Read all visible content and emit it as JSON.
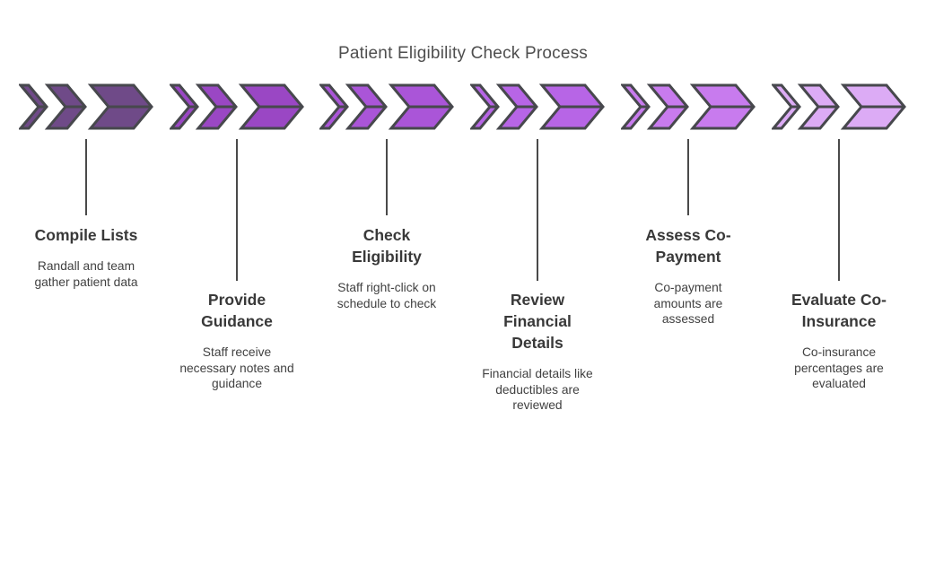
{
  "title": "Patient Eligibility Check Process",
  "colors": {
    "outline": "#47484d",
    "connector_line": "#4a4a4a",
    "title_text": "#4e4e4e",
    "step_title_text": "#393939",
    "step_description_text": "#414141",
    "background": "#ffffff"
  },
  "steps": [
    {
      "title": "Compile Lists",
      "description": "Randall and team\ngather patient data",
      "color": "#6f4a88"
    },
    {
      "title": "Provide\nGuidance",
      "description": "Staff receive\nnecessary notes and\nguidance",
      "color": "#9a47c4"
    },
    {
      "title": "Check\nEligibility",
      "description": "Staff right-click on\nschedule to check",
      "color": "#aa55d8"
    },
    {
      "title": "Review\nFinancial\nDetails",
      "description": "Financial details like\ndeductibles are\nreviewed",
      "color": "#b765e6"
    },
    {
      "title": "Assess Co-\nPayment",
      "description": "Co-payment\namounts are\nassessed",
      "color": "#c87bee"
    },
    {
      "title": "Evaluate Co-\nInsurance",
      "description": "Co-insurance\npercentages are\nevaluated",
      "color": "#dcabf5"
    }
  ]
}
